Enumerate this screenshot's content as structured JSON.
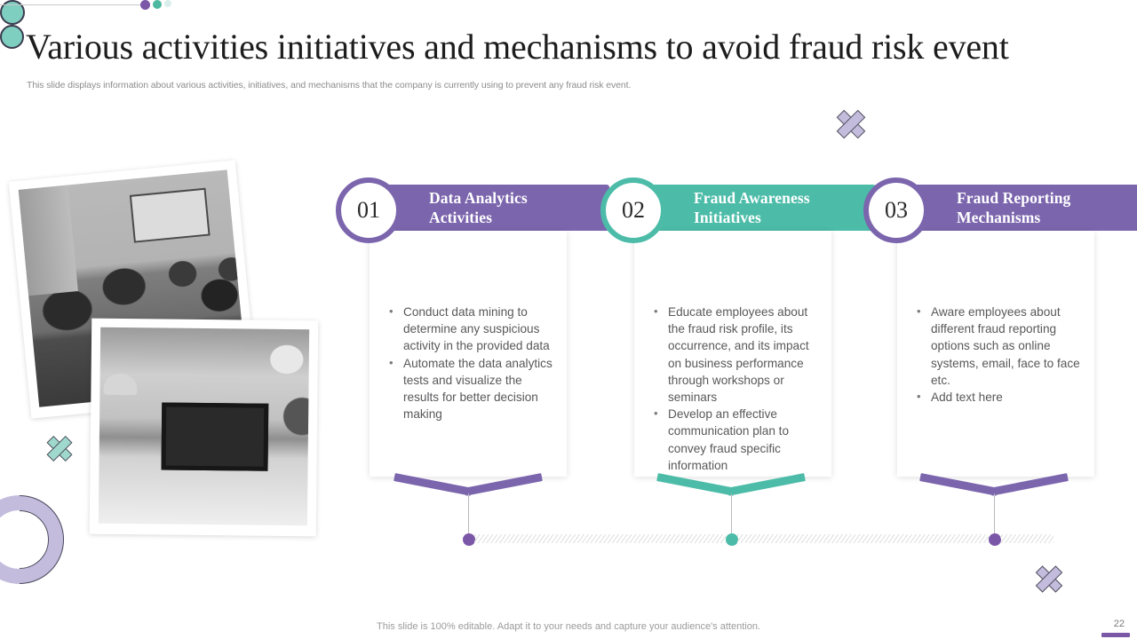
{
  "header": {
    "title": "Various activities initiatives and mechanisms to avoid fraud risk event",
    "subtitle": "This slide displays information about various activities, initiatives, and mechanisms that the company is currently using to prevent any fraud risk event."
  },
  "colors": {
    "purple": "#7b65ad",
    "purple_dark": "#7b57a8",
    "teal": "#4cbca8",
    "lavender": "#c3bcdd",
    "teal_light": "#9fd8cd",
    "body_text": "#58585a",
    "title_text": "#1d1d1d",
    "muted": "#9b9b9b"
  },
  "decorations": {
    "dots": [
      "purple-dot",
      "teal-dot",
      "pale-teal-dot"
    ],
    "shapes": [
      "teal-circle-top",
      "teal-circle-bottom",
      "lavender-x-top-right",
      "teal-x-left",
      "lavender-x-bottom-right",
      "lavender-arc-left"
    ]
  },
  "photos": [
    {
      "name": "meeting-room-photo",
      "alt": "Team meeting in conference room"
    },
    {
      "name": "office-presentation-photo",
      "alt": "Office desk with monitor presentation"
    }
  ],
  "cards": [
    {
      "number": "01",
      "title": "Data Analytics\nActivities",
      "title_line1": "Data Analytics",
      "title_line2": "Activities",
      "accent": "#7b65ad",
      "bullets": [
        "Conduct data mining to determine any suspicious activity in the provided data",
        "Automate the data analytics tests and visualize the results for better decision making"
      ]
    },
    {
      "number": "02",
      "title": "Fraud Awareness\nInitiatives",
      "title_line1": "Fraud Awareness",
      "title_line2": "Initiatives",
      "accent": "#4cbca8",
      "bullets": [
        "Educate employees about the fraud risk profile, its occurrence, and its impact on business performance through workshops or seminars",
        "Develop an effective communication plan to convey fraud specific information"
      ]
    },
    {
      "number": "03",
      "title": "Fraud Reporting\nMechanisms",
      "title_line1": "Fraud Reporting",
      "title_line2": "Mechanisms",
      "accent": "#7b65ad",
      "bullets": [
        "Aware employees about different fraud reporting options such as online systems, email, face to face etc.",
        "Add text here"
      ]
    }
  ],
  "footer": {
    "note": "This slide is 100% editable. Adapt it to your needs and capture your audience's attention.",
    "page_number": "22"
  }
}
